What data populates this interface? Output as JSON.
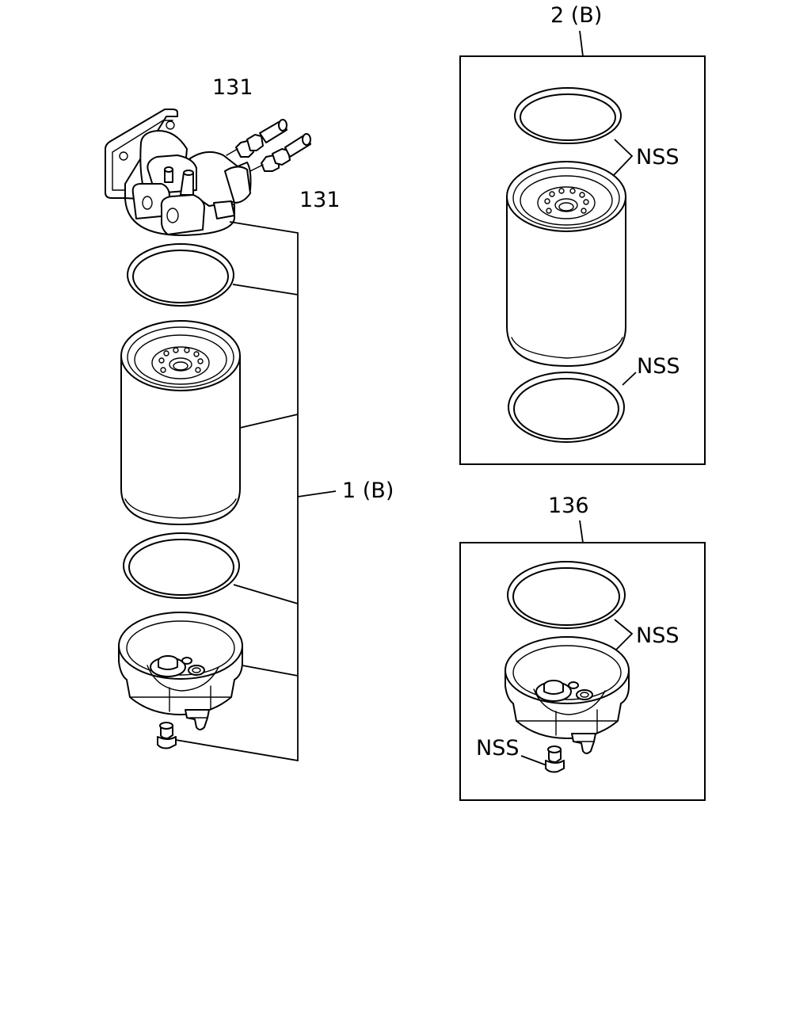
{
  "labels": {
    "part_131_upper": "131",
    "part_131_lower": "131",
    "assembly_1b": "1 (B)",
    "kit_2b": "2 (B)",
    "nss_kit2_gasket_element": "NSS",
    "nss_kit2_lower_ring": "NSS",
    "kit_136": "136",
    "nss_kit136_ring_bowl": "NSS",
    "nss_kit136_plug": "NSS"
  }
}
